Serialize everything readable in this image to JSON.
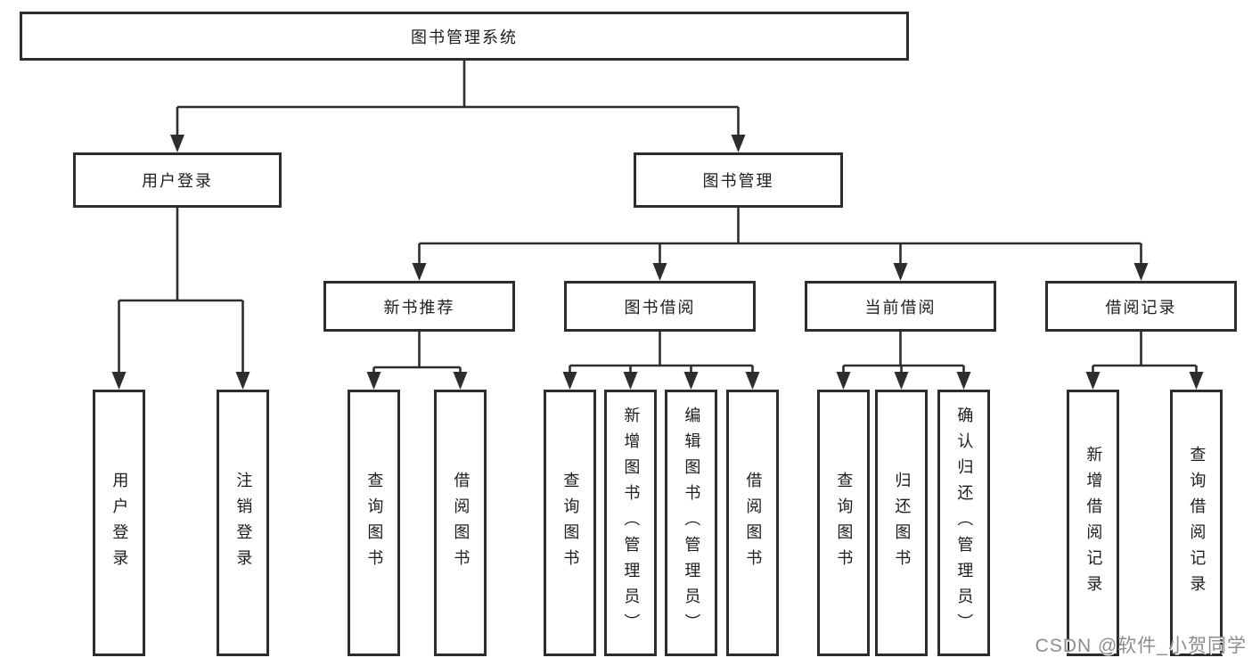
{
  "diagram": {
    "type": "hierarchy-tree",
    "colors": {
      "line": "#2d2d2d",
      "box_border": "#2d2d2d",
      "box_fill": "#ffffff",
      "text": "#1d1d1d",
      "watermark_text": "#8d8d8d"
    },
    "nodes": {
      "root": "图书管理系统",
      "userLogin": "用户登录",
      "bookMgmt": "图书管理",
      "newRec": "新书推荐",
      "bookBorrow": "图书借阅",
      "curBorrow": "当前借阅",
      "borrowRec": "借阅记录",
      "leafUserLogin": "用户登录",
      "leafLogout": "注销登录",
      "leafRecQuery": "查询图书",
      "leafRecBorrow": "借阅图书",
      "leafBorQuery": "查询图书",
      "leafBorAdd": "新增图书（管理员）",
      "leafBorEdit": "编辑图书（管理员）",
      "leafBorBorrow": "借阅图书",
      "leafCurQuery": "查询图书",
      "leafCurReturn": "归还图书",
      "leafCurConfirm": "确认归还（管理员）",
      "leafRecordAdd": "新增借阅记录",
      "leafRecordQuery": "查询借阅记录"
    },
    "edges": [
      "root->userLogin",
      "root->bookMgmt",
      "userLogin->leafUserLogin",
      "userLogin->leafLogout",
      "bookMgmt->newRec",
      "bookMgmt->bookBorrow",
      "bookMgmt->curBorrow",
      "bookMgmt->borrowRec",
      "newRec->leafRecQuery",
      "newRec->leafRecBorrow",
      "bookBorrow->leafBorQuery",
      "bookBorrow->leafBorAdd",
      "bookBorrow->leafBorEdit",
      "bookBorrow->leafBorBorrow",
      "curBorrow->leafCurQuery",
      "curBorrow->leafCurReturn",
      "curBorrow->leafCurConfirm",
      "borrowRec->leafRecordAdd",
      "borrowRec->leafRecordQuery"
    ]
  },
  "watermark": {
    "text": "CSDN @软件_小贺同学"
  }
}
